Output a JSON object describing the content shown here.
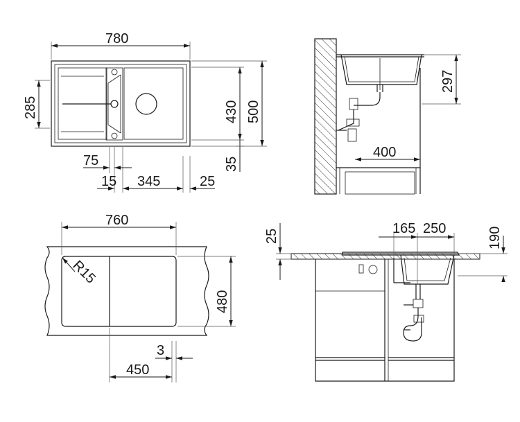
{
  "labels": {
    "top_width": "780",
    "top_height_500": "500",
    "top_height_430": "430",
    "top_left_285": "285",
    "top_75": "75",
    "top_15": "15",
    "top_345": "345",
    "top_25": "25",
    "top_35": "35",
    "side_297": "297",
    "side_400": "400",
    "cut_width": "760",
    "cut_height": "480",
    "cut_radius": "R15",
    "cut_3": "3",
    "cut_450": "450",
    "sec_25": "25",
    "sec_165": "165",
    "sec_250": "250",
    "sec_190": "190"
  },
  "colors": {
    "line": "#1a1a1a",
    "background": "#ffffff"
  }
}
